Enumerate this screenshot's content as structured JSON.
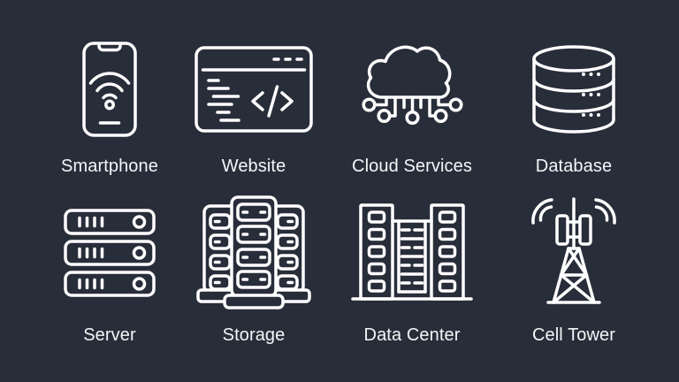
{
  "colors": {
    "background": "#282D3A",
    "icon_stroke": "#FFFFFF",
    "label_text": "#F4F6F8"
  },
  "items": [
    {
      "label": "Smartphone",
      "icon": "smartphone-icon"
    },
    {
      "label": "Website",
      "icon": "website-icon"
    },
    {
      "label": "Cloud Services",
      "icon": "cloud-services-icon"
    },
    {
      "label": "Database",
      "icon": "database-icon"
    },
    {
      "label": "Server",
      "icon": "server-icon"
    },
    {
      "label": "Storage",
      "icon": "storage-icon"
    },
    {
      "label": "Data Center",
      "icon": "data-center-icon"
    },
    {
      "label": "Cell Tower",
      "icon": "cell-tower-icon"
    }
  ]
}
